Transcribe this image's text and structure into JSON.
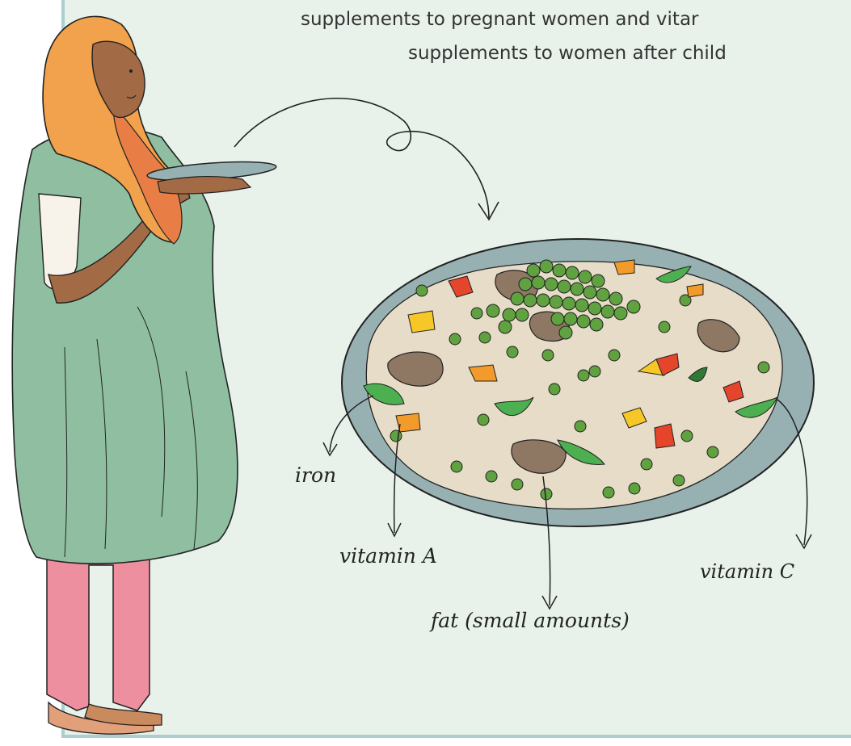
{
  "caption": {
    "line1": "supplements to pregnant women and vitar",
    "line2": "supplements to women after child"
  },
  "labels": {
    "iron": "iron",
    "vitamin_a": "vitamin A",
    "vitamin_c": "vitamin C",
    "fat": "fat (small amounts)"
  },
  "colors": {
    "panel_background": "#e8f2ea",
    "panel_border": "#a9cfcf",
    "plate": "#97b1b3",
    "rice": "#e6dcc8",
    "peas": "#5fa23f",
    "meat": "#8e7763",
    "carrot": "#f29b2b",
    "tomato": "#e5452a",
    "pepper_yellow": "#f7c728",
    "leaf": "#4caf50",
    "dress": "#8fbfa0",
    "headscarf": "#f2a24c",
    "trousers": "#ee8fa0"
  }
}
